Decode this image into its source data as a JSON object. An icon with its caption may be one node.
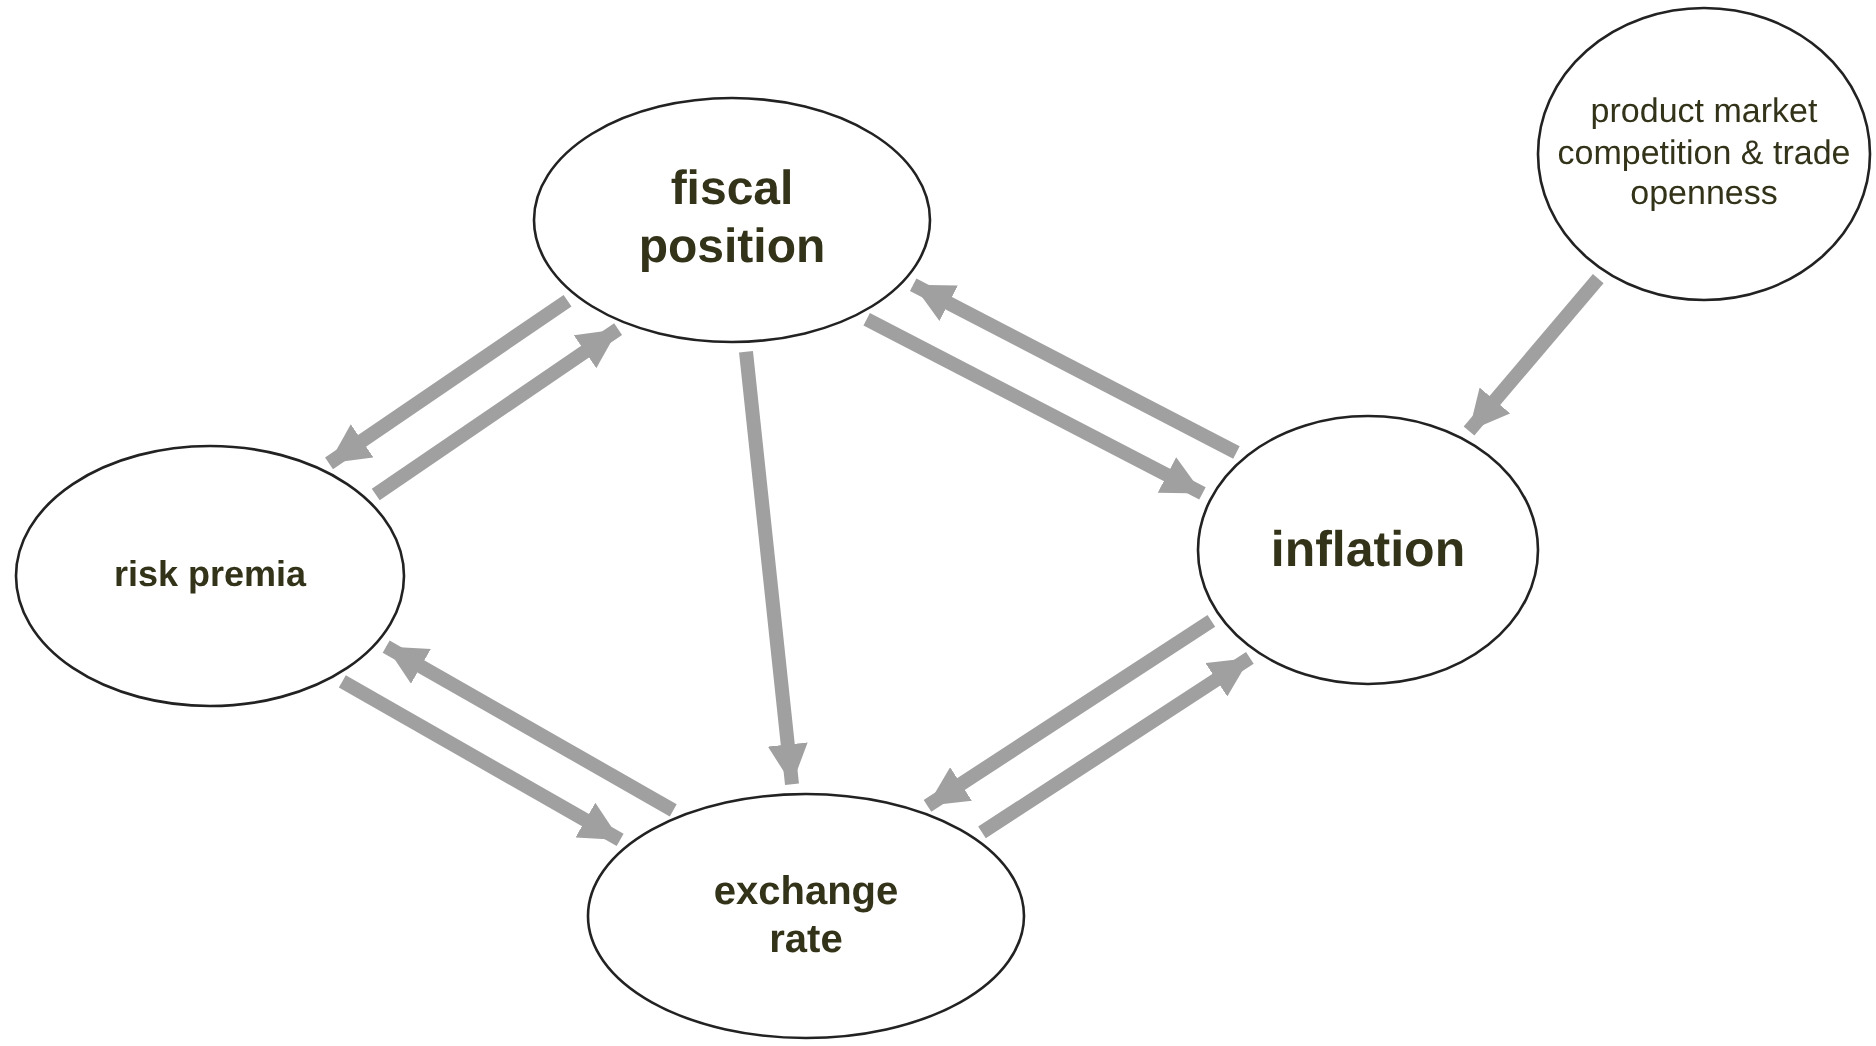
{
  "diagram": {
    "nodes": [
      {
        "text": [
          "fiscal position"
        ]
      },
      {
        "text": [
          "product market competition & trade openness"
        ]
      },
      {
        "text": [
          "risk premia"
        ]
      },
      {
        "text": [
          "inflation"
        ]
      },
      {
        "text": [
          "exchange rate"
        ]
      }
    ],
    "edges": [
      {
        "from": 0,
        "to": 2,
        "arrow": "to"
      },
      {
        "from": 2,
        "to": 0,
        "arrow": "to"
      },
      {
        "from": 0,
        "to": 4,
        "arrow": "to"
      },
      {
        "from": 0,
        "to": 3,
        "arrow": "to"
      },
      {
        "from": 3,
        "to": 0,
        "arrow": "to"
      },
      {
        "from": 1,
        "to": 3,
        "arrow": "to"
      },
      {
        "from": 2,
        "to": 4,
        "arrow": "to"
      },
      {
        "from": 4,
        "to": 2,
        "arrow": "to"
      },
      {
        "from": 3,
        "to": 4,
        "arrow": "to"
      },
      {
        "from": 4,
        "to": 3,
        "arrow": "to"
      }
    ]
  }
}
